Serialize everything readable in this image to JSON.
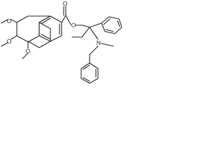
{
  "molecule": {
    "atoms": {
      "o_methoxy_1": "O",
      "me_methoxy_1": "",
      "o_methoxy_2": "O",
      "me_methoxy_2": "",
      "o_methoxy_3": "O",
      "me_methoxy_3": "",
      "o_carbonyl": "O",
      "o_ester": "O",
      "n_amine": "N"
    }
  },
  "colors": {
    "bond": "#262626",
    "label": "#222222",
    "background": "#ffffff"
  }
}
